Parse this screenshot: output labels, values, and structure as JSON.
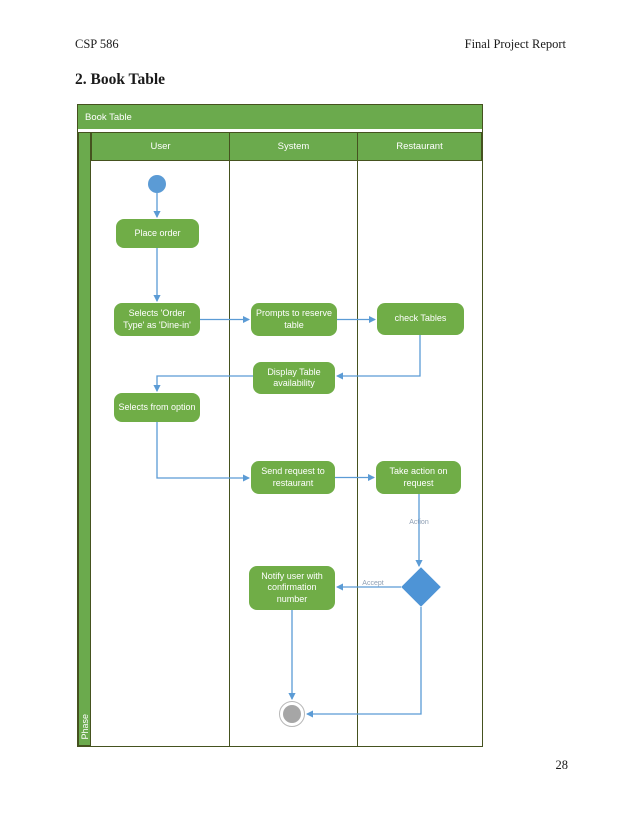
{
  "page": {
    "header_left": "CSP 586",
    "header_right": "Final Project Report",
    "section_title": "2. Book Table",
    "page_number": "28"
  },
  "diagram": {
    "title": "Book Table",
    "phase_label": "Phase",
    "lanes": [
      {
        "label": "User"
      },
      {
        "label": "System"
      },
      {
        "label": "Restaurant"
      }
    ],
    "nodes": {
      "start": {
        "type": "initial-node"
      },
      "place_order": {
        "label": "Place order",
        "lane": "User"
      },
      "selects_order_type": {
        "label": "Selects 'Order Type' as 'Dine-in'",
        "lane": "User"
      },
      "prompts_reserve": {
        "label": "Prompts to reserve table",
        "lane": "System"
      },
      "check_tables": {
        "label": "check Tables",
        "lane": "Restaurant"
      },
      "display_availability": {
        "label": "Display Table availability",
        "lane": "System"
      },
      "selects_from_option": {
        "label": "Selects from option",
        "lane": "User"
      },
      "send_request": {
        "label": "Send request to restaurant",
        "lane": "System"
      },
      "take_action": {
        "label": "Take action on request",
        "lane": "Restaurant"
      },
      "decision": {
        "type": "decision-diamond",
        "lane": "Restaurant"
      },
      "notify_user": {
        "label": "Notify user with confirmation number",
        "lane": "System"
      },
      "end": {
        "type": "final-node",
        "lane": "System"
      }
    },
    "edge_labels": {
      "action": "Action",
      "accept": "Accept"
    },
    "colors": {
      "green": "#70AD47",
      "header_green": "#6BAA4D",
      "border_dark": "#45521F",
      "connector_blue": "#5B9BD5",
      "diamond_blue": "#4E94D6",
      "end_gray": "#A6A6A6",
      "edge_label": "#8E9FB4"
    }
  }
}
